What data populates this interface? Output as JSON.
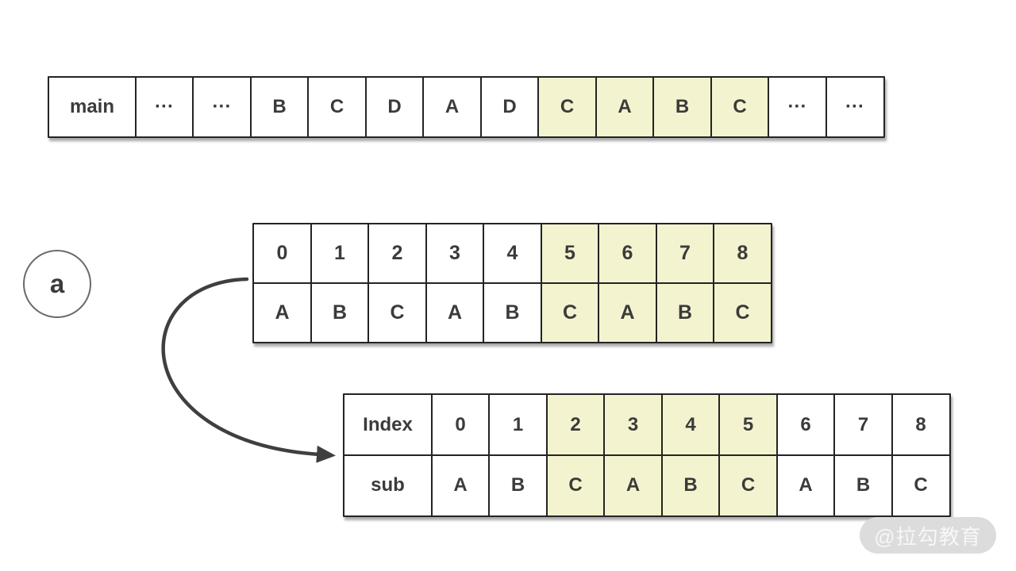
{
  "badge": {
    "label": "a"
  },
  "watermark": {
    "text": "@拉勾教育"
  },
  "colors": {
    "highlight": "#f3f3cf",
    "border": "#242424",
    "text": "#3b3b3b",
    "arrow": "#3f3f3f",
    "watermark_bg": "#dcdcdc"
  },
  "main_array": {
    "rows": [
      [
        {
          "t": "main",
          "head": true
        },
        {
          "t": "···"
        },
        {
          "t": "···"
        },
        {
          "t": "B"
        },
        {
          "t": "C"
        },
        {
          "t": "D"
        },
        {
          "t": "A"
        },
        {
          "t": "D"
        },
        {
          "t": "C",
          "hl": true
        },
        {
          "t": "A",
          "hl": true
        },
        {
          "t": "B",
          "hl": true
        },
        {
          "t": "C",
          "hl": true
        },
        {
          "t": "···"
        },
        {
          "t": "···"
        }
      ]
    ]
  },
  "middle_table": {
    "rows": [
      [
        {
          "t": "0"
        },
        {
          "t": "1"
        },
        {
          "t": "2"
        },
        {
          "t": "3"
        },
        {
          "t": "4"
        },
        {
          "t": "5",
          "hl": true
        },
        {
          "t": "6",
          "hl": true
        },
        {
          "t": "7",
          "hl": true
        },
        {
          "t": "8",
          "hl": true
        }
      ],
      [
        {
          "t": "A"
        },
        {
          "t": "B"
        },
        {
          "t": "C"
        },
        {
          "t": "A"
        },
        {
          "t": "B"
        },
        {
          "t": "C",
          "hl": true
        },
        {
          "t": "A",
          "hl": true
        },
        {
          "t": "B",
          "hl": true
        },
        {
          "t": "C",
          "hl": true
        }
      ]
    ]
  },
  "sub_table": {
    "rows": [
      [
        {
          "t": "Index",
          "head": true
        },
        {
          "t": "0"
        },
        {
          "t": "1"
        },
        {
          "t": "2",
          "hl": true
        },
        {
          "t": "3",
          "hl": true
        },
        {
          "t": "4",
          "hl": true
        },
        {
          "t": "5",
          "hl": true
        },
        {
          "t": "6"
        },
        {
          "t": "7"
        },
        {
          "t": "8"
        }
      ],
      [
        {
          "t": "sub",
          "head": true
        },
        {
          "t": "A"
        },
        {
          "t": "B"
        },
        {
          "t": "C",
          "hl": true
        },
        {
          "t": "A",
          "hl": true
        },
        {
          "t": "B",
          "hl": true
        },
        {
          "t": "C",
          "hl": true
        },
        {
          "t": "A"
        },
        {
          "t": "B"
        },
        {
          "t": "C"
        }
      ]
    ]
  }
}
